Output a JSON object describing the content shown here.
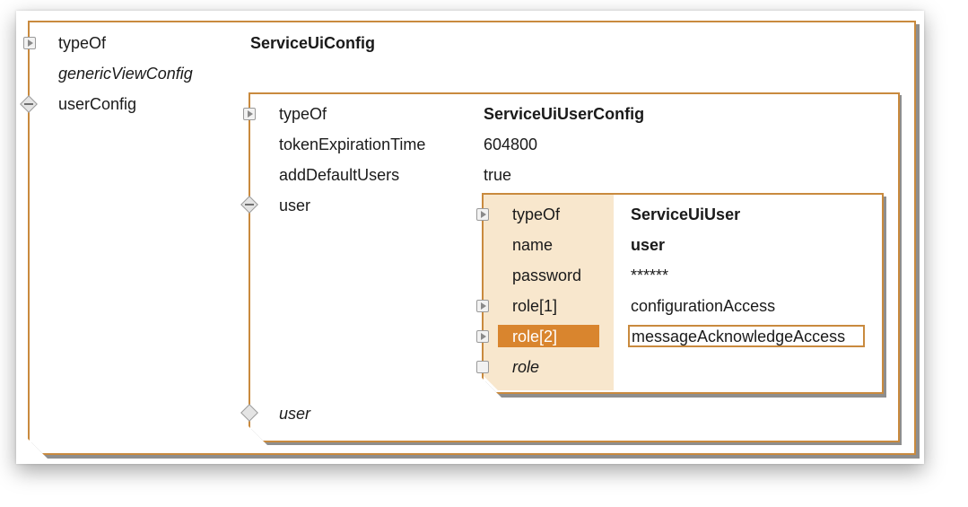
{
  "root": {
    "rows": [
      {
        "key": "typeOf",
        "value": "ServiceUiConfig"
      },
      {
        "key": "genericViewConfig",
        "value": ""
      },
      {
        "key": "userConfig",
        "value": ""
      }
    ]
  },
  "userConfig": {
    "rows": [
      {
        "key": "typeOf",
        "value": "ServiceUiUserConfig"
      },
      {
        "key": "tokenExpirationTime",
        "value": "604800"
      },
      {
        "key": "addDefaultUsers",
        "value": "true"
      },
      {
        "key": "user",
        "value": ""
      }
    ],
    "placeholder_user": "user"
  },
  "user": {
    "rows": [
      {
        "key": "typeOf",
        "value": "ServiceUiUser"
      },
      {
        "key": "name",
        "value": "user"
      },
      {
        "key": "password",
        "value": "******"
      },
      {
        "key": "role[1]",
        "value": "configurationAccess"
      },
      {
        "key": "role[2]",
        "value": "messageAcknowledgeAccess"
      }
    ],
    "placeholder_role": "role"
  },
  "colors": {
    "border": "#c98a3e",
    "panel": "#f8e7cd",
    "selected": "#d9852e"
  }
}
